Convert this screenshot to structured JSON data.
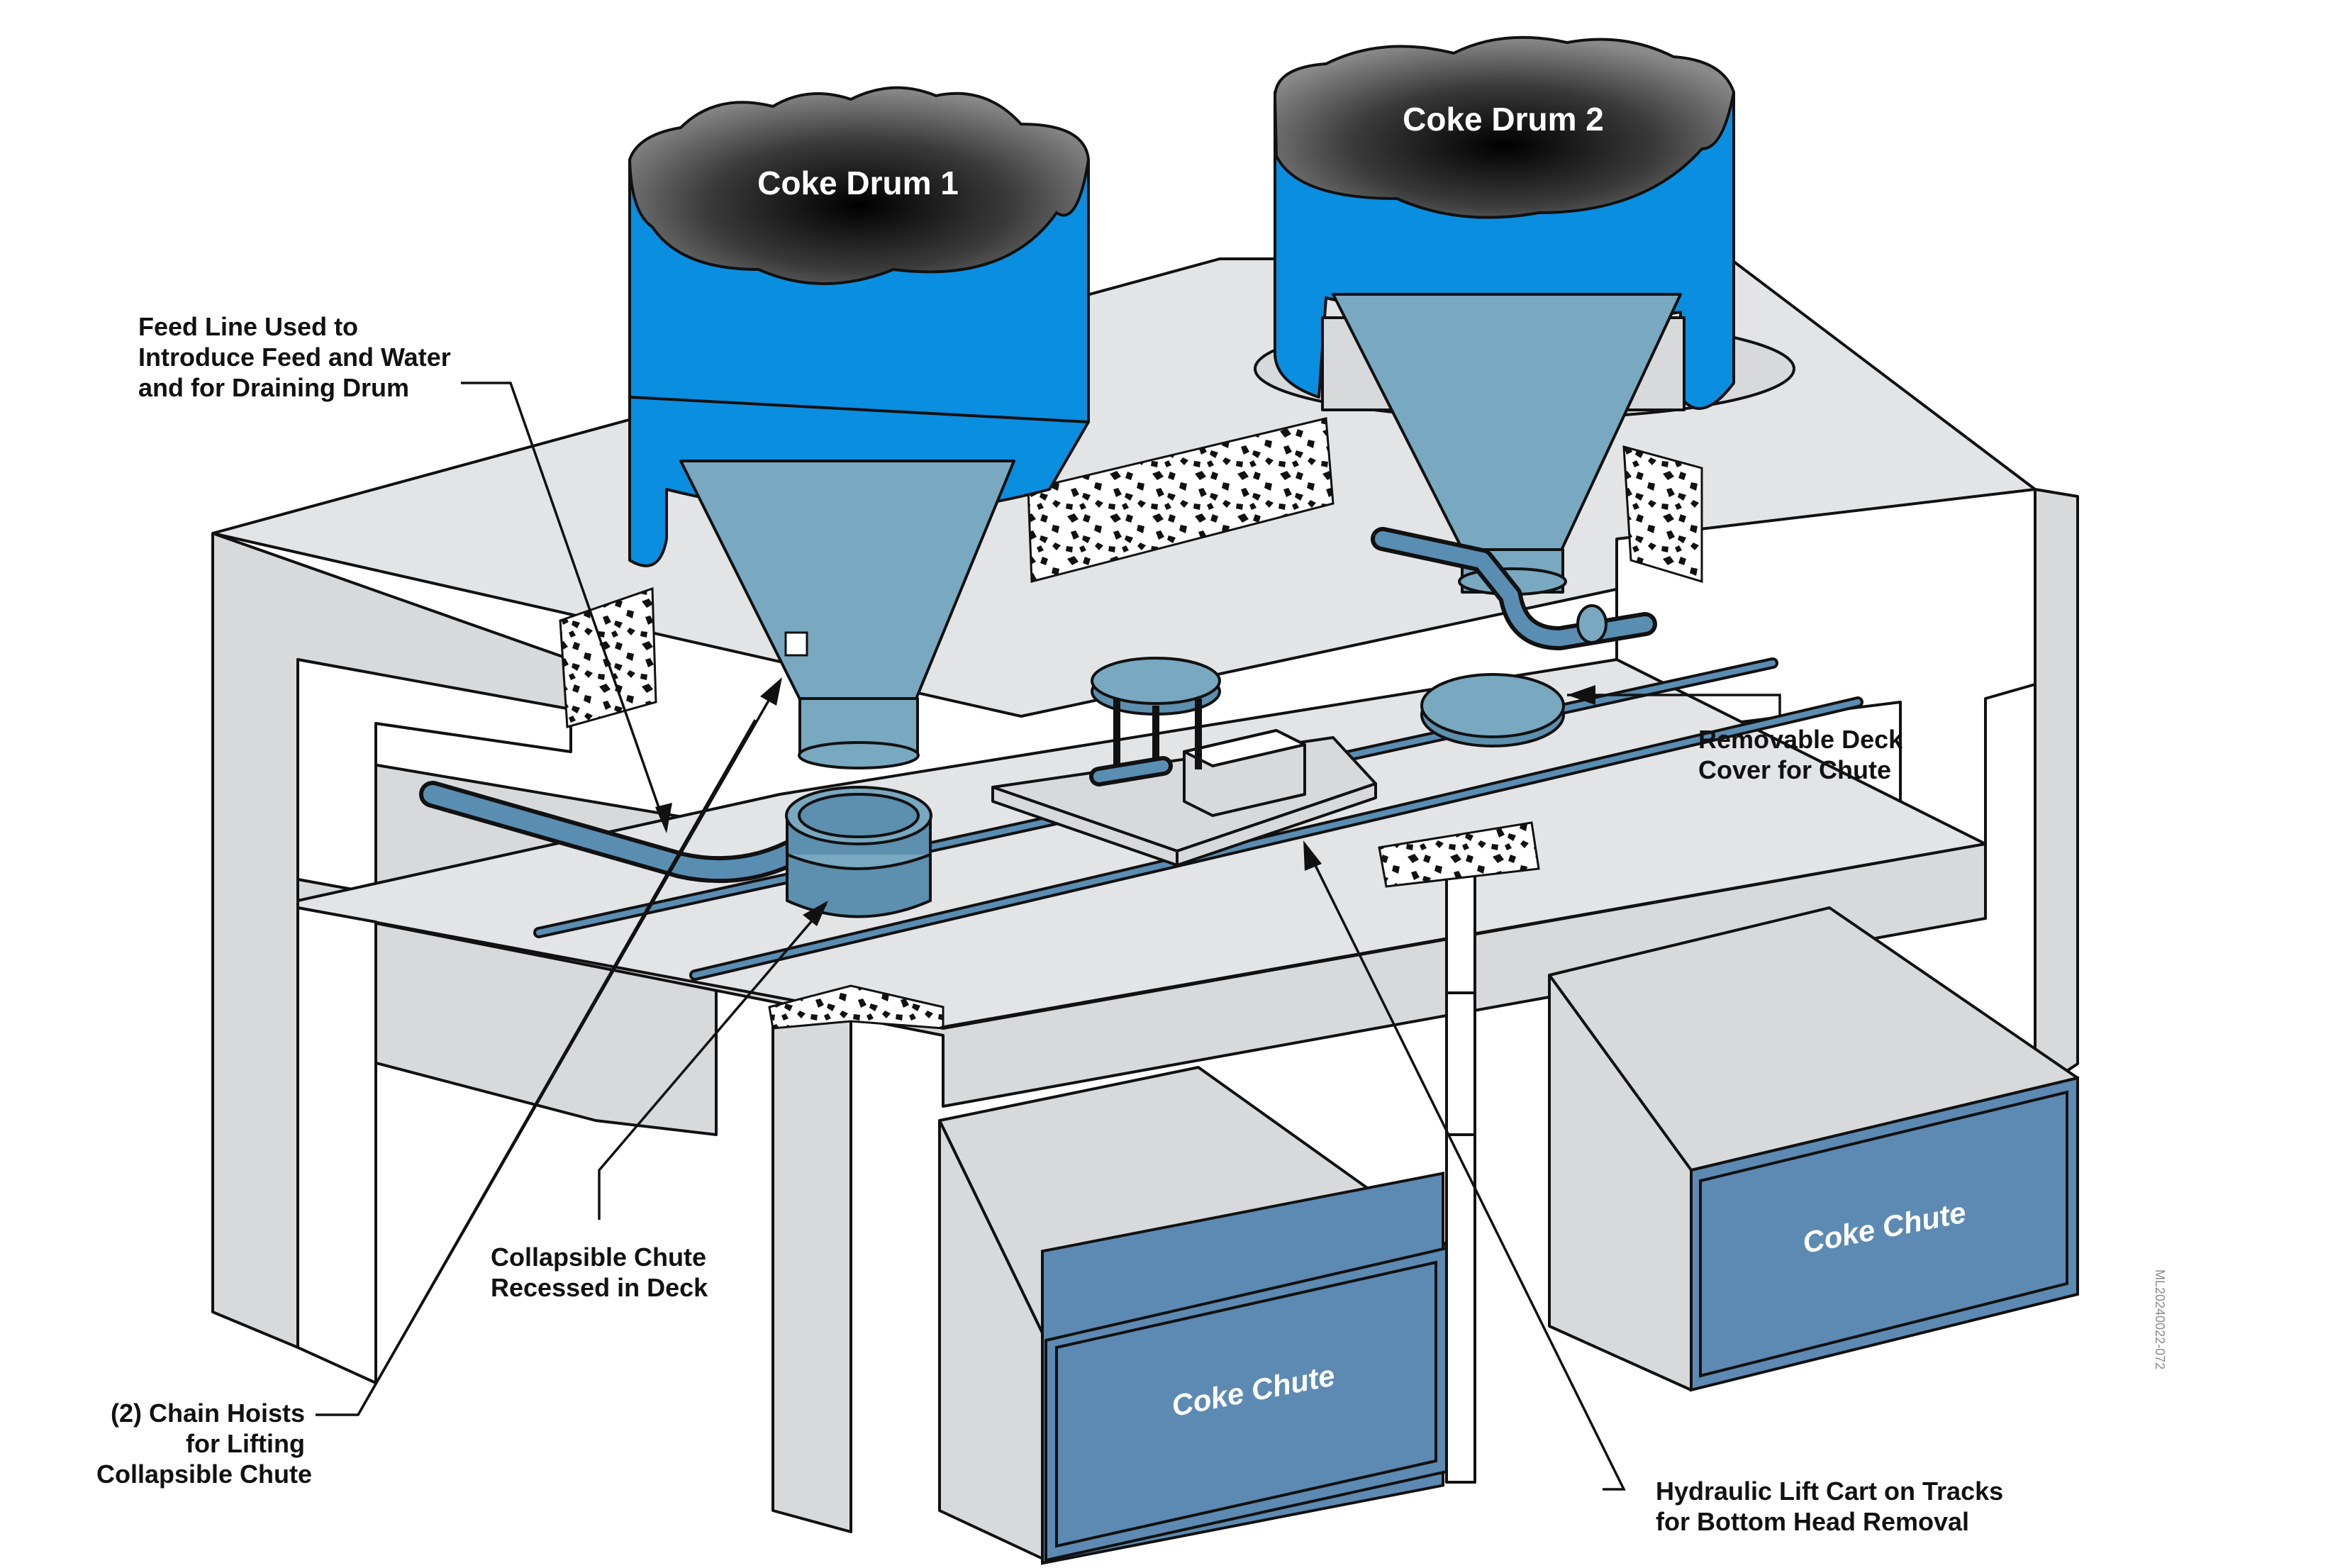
{
  "labels": {
    "drum1": "Coke Drum 1",
    "drum2": "Coke Drum 2",
    "feed_line": [
      "Feed Line Used to",
      "Introduce Feed and Water",
      "and for Draining Drum"
    ],
    "deck_cover": [
      "Removable Deck",
      "Cover for Chute"
    ],
    "collapsible_chute": [
      "Collapsible Chute",
      "Recessed in Deck"
    ],
    "chain_hoists": [
      "(2) Chain Hoists",
      "for Lifting",
      "Collapsible Chute"
    ],
    "lift_cart": [
      "Hydraulic Lift Cart on Tracks",
      "for Bottom Head Removal"
    ],
    "chute1": "Coke Chute",
    "chute2": "Coke Chute",
    "figure_code": "ML20240022-072"
  },
  "colors": {
    "drum_blue": "#0a8ee0",
    "steel_blue": "#79a8c1",
    "chute_blue": "#5d8ab2",
    "structure_gray": "#d8d9db",
    "coke_dark": "#2a2a2a"
  }
}
